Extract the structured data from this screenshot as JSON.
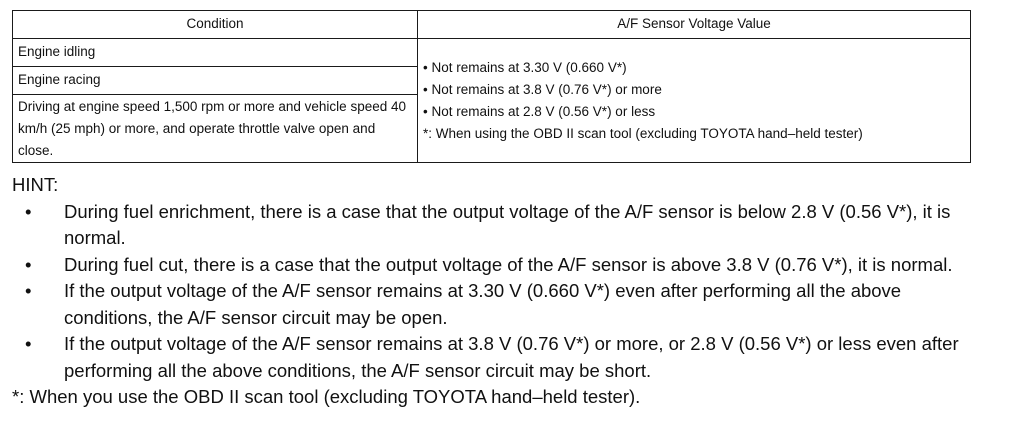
{
  "table": {
    "headers": {
      "condition": "Condition",
      "value": "A/F Sensor Voltage Value"
    },
    "conditions": [
      "Engine idling",
      "Engine racing",
      "Driving at engine speed 1,500 rpm or more and vehicle speed 40 km/h (25 mph) or more, and operate throttle valve open and close."
    ],
    "values": [
      "• Not remains at 3.30 V (0.660 V*)",
      "• Not remains at 3.8 V (0.76 V*) or more",
      "• Not remains at 2.8 V (0.56 V*) or less",
      "*: When using the OBD II scan tool (excluding TOYOTA hand–held tester)"
    ]
  },
  "hint": {
    "title": "HINT:",
    "bullet_symbol": "•",
    "items": [
      "During fuel enrichment, there is a case that the output voltage of the A/F sensor is below 2.8 V (0.56 V*), it is normal.",
      "During fuel cut, there is a case that the output voltage of the A/F sensor is above 3.8 V (0.76 V*), it is normal.",
      "If the output voltage of the A/F sensor remains at 3.30 V (0.660 V*) even after performing all the above conditions, the A/F sensor circuit may be open.",
      "If the output voltage of the A/F sensor remains at 3.8 V (0.76 V*) or more, or 2.8 V (0.56 V*) or less even after performing all the above conditions, the A/F sensor circuit may be short."
    ],
    "footnote": "*: When you use the OBD II scan tool (excluding TOYOTA hand–held tester)."
  }
}
